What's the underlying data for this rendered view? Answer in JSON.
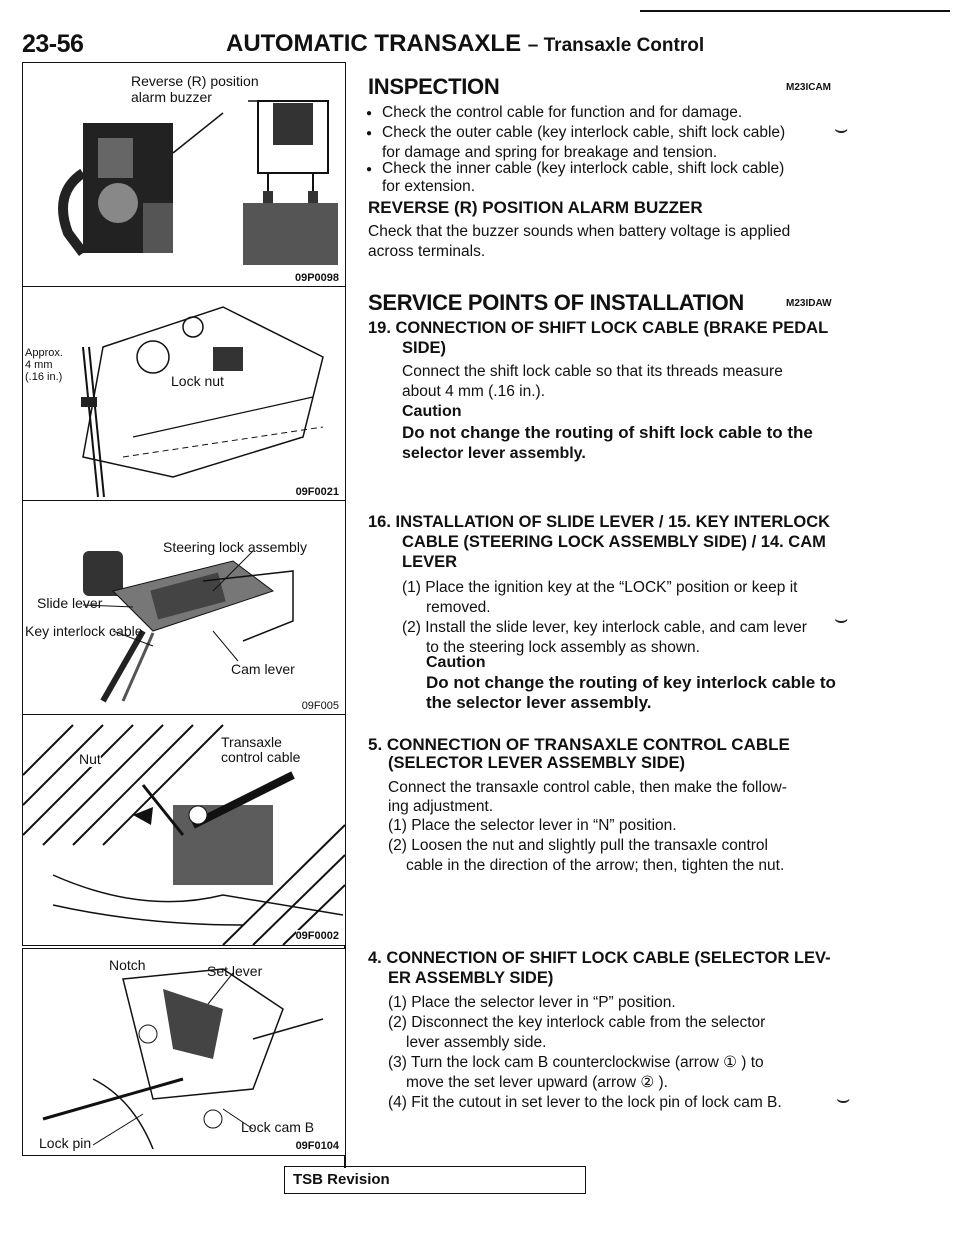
{
  "header": {
    "page_number": "23-56",
    "title_main": "AUTOMATIC TRANSAXLE",
    "title_sub": "– Transaxle Control"
  },
  "figures": [
    {
      "code": "09P0098",
      "labels": {
        "buzzer": "Reverse (R) position\nalarm buzzer"
      }
    },
    {
      "code": "09F0021",
      "labels": {
        "approx": "Approx.\n4 mm\n(.16 in.)",
        "lock_nut": "Lock nut"
      }
    },
    {
      "code": "09F005",
      "labels": {
        "steering": "Steering lock assembly",
        "slide": "Slide lever",
        "key": "Key interlock cable",
        "cam": "Cam lever"
      }
    },
    {
      "code": "09F0002",
      "labels": {
        "nut": "Nut",
        "transaxle": "Transaxle\ncontrol cable"
      }
    },
    {
      "code": "09F0104",
      "labels": {
        "notch": "Notch",
        "set_lever": "Set lever",
        "lock_cam": "Lock cam B",
        "lock_pin": "Lock pin"
      }
    }
  ],
  "inspection": {
    "heading": "INSPECTION",
    "code": "M23ICAM",
    "bullets": [
      "Check the control cable for function and for damage.",
      "Check the outer cable (key interlock cable, shift lock cable)",
      "Check the inner cable (key interlock cable, shift lock cable)"
    ],
    "bullet2_cont": "for damage and spring for breakage and tension.",
    "bullet3_cont": "for extension.",
    "sub_heading": "REVERSE (R) POSITION ALARM BUZZER",
    "sub_text1": "Check that the buzzer sounds when battery voltage is applied",
    "sub_text2": "across terminals."
  },
  "service": {
    "heading": "SERVICE POINTS OF INSTALLATION",
    "code": "M23IDAW",
    "s19_line1": "19. CONNECTION OF SHIFT LOCK CABLE (BRAKE PEDAL",
    "s19_line2": "SIDE)",
    "s19_text1": "Connect the shift lock cable so that its threads measure",
    "s19_text2": "about 4 mm (.16 in.).",
    "s19_caution": "Caution",
    "s19_caution_t1": "Do not change the routing of shift lock cable to the",
    "s19_caution_t2": "selector lever assembly.",
    "s16_line1": "16. INSTALLATION OF SLIDE LEVER / 15. KEY INTERLOCK",
    "s16_line2": "CABLE (STEERING LOCK ASSEMBLY SIDE) / 14. CAM",
    "s16_line3": "LEVER",
    "s16_p1a": "(1) Place the ignition key at the “LOCK” position or keep it",
    "s16_p1b": "removed.",
    "s16_p2a": "(2) Install the slide lever, key interlock cable, and cam lever",
    "s16_p2b": "to the steering lock assembly as shown.",
    "s16_caution": "Caution",
    "s16_caution_t1": "Do not change the routing of key interlock cable to",
    "s16_caution_t2": "the selector lever assembly.",
    "s5_line1": "5. CONNECTION OF TRANSAXLE CONTROL CABLE",
    "s5_line2": "(SELECTOR LEVER ASSEMBLY SIDE)",
    "s5_text1": "Connect the transaxle control cable, then make the follow-",
    "s5_text2": "ing adjustment.",
    "s5_p1": "(1) Place the selector lever in “N” position.",
    "s5_p2a": "(2) Loosen the nut and slightly pull the transaxle control",
    "s5_p2b": "cable in the direction of the arrow; then, tighten the nut.",
    "s4_line1": "4. CONNECTION OF SHIFT LOCK CABLE (SELECTOR LEV-",
    "s4_line2": "ER ASSEMBLY SIDE)",
    "s4_p1": "(1) Place the selector lever in “P” position.",
    "s4_p2a": "(2) Disconnect the key interlock cable from the selector",
    "s4_p2b": "lever assembly side.",
    "s4_p3a": "(3) Turn the lock cam B counterclockwise (arrow ① ) to",
    "s4_p3b": "move the set lever upward (arrow ② ).",
    "s4_p4": "(4) Fit the cutout in set lever to the lock pin of lock cam B."
  },
  "footer": {
    "tsb": "TSB Revision"
  }
}
